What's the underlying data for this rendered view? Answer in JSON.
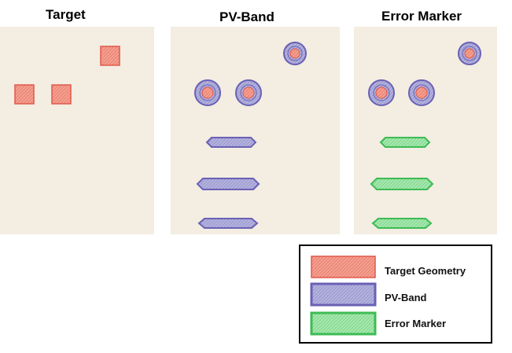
{
  "titles": {
    "target": "Target",
    "pvband": "PV-Band",
    "error": "Error Marker"
  },
  "legend": {
    "target_geometry": "Target Geometry",
    "pv_band": "PV-Band",
    "error_marker": "Error Marker"
  },
  "colors": {
    "panel_bg": "#f3ede2",
    "target_fill": "#f08a78",
    "target_stroke": "#e0584a",
    "pvband_fill": "#9b9bd0",
    "pvband_stroke": "#6a61b4",
    "error_fill": "#8fdc9a",
    "error_stroke": "#3dbb55"
  }
}
